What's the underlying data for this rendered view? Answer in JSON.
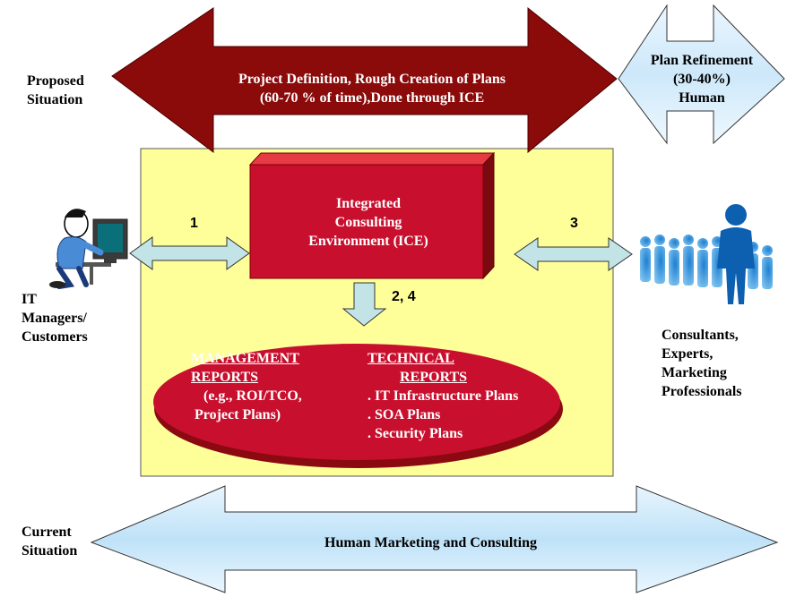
{
  "proposed_situation": {
    "label": [
      "Proposed",
      "Situation"
    ],
    "arrow_text": [
      "Project Definition, Rough Creation of Plans",
      "(60-70 % of time),Done through ICE"
    ]
  },
  "plan_refinement": [
    "Plan Refinement",
    "(30-40%)",
    "Human"
  ],
  "ice": [
    "Integrated",
    "Consulting",
    "Environment (ICE)"
  ],
  "flow_numbers": {
    "left": "1",
    "right": "3",
    "down": "2, 4"
  },
  "it_managers": [
    "IT",
    "Managers/",
    "Customers"
  ],
  "consultants": [
    "Consultants,",
    "Experts,",
    "Marketing",
    "Professionals"
  ],
  "management_reports": {
    "heading": [
      "MANAGEMENT",
      "REPORTS"
    ],
    "items": [
      "(e.g., ROI/TCO,",
      "Project Plans)"
    ]
  },
  "technical_reports": {
    "heading": [
      "TECHNICAL",
      "REPORTS"
    ],
    "items": [
      ". IT Infrastructure Plans",
      ". SOA Plans",
      ". Security Plans"
    ]
  },
  "current_situation": {
    "label": [
      "Current",
      "Situation"
    ],
    "arrow_text": "Human Marketing and Consulting"
  },
  "colors": {
    "dark_red": "#8b0a0a",
    "red": "#c8102e",
    "light_blue": "#d4ecfb",
    "yellow": "#ffff99",
    "arrow_teal": "#c2e4e6"
  }
}
